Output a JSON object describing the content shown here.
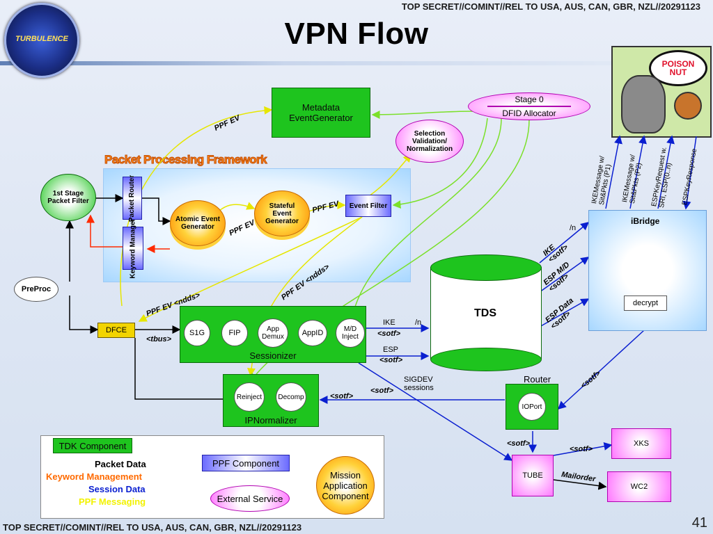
{
  "banner_top": "TOP SECRET//COMINT//REL TO USA, AUS, CAN, GBR, NZL//20291123",
  "banner_bottom": "TOP SECRET//COMINT//REL TO USA, AUS, CAN, GBR, NZL//20291123",
  "title": "VPN Flow",
  "slide_number": "41",
  "logo_text": "TURBULENCE",
  "cartoon_text": "POISON NUT",
  "ppf_title": "Packet Processing Framework",
  "nodes": {
    "metadata_event_generator": "Metadata EventGenerator",
    "stage0": "Stage 0",
    "dfid_allocator": "DFID Allocator",
    "selection_validation": "Selection Validation/ Normalization",
    "stage1_filter": "1st Stage Packet Filter",
    "packet_router": "Packet Router",
    "keyword_manager": "Keyword Manager",
    "atomic_event_generator": "Atomic Event Generator",
    "stateful_event_generator": "Stateful Event Generator",
    "event_filter": "Event Filter",
    "preproc": "PreProc",
    "dfce": "DFCE",
    "s1g": "S1G",
    "fip": "FIP",
    "app_demux": "App Demux",
    "appid": "AppID",
    "md_inject": "M/D Inject",
    "sessionizer": "Sessionizer",
    "reinject": "Reinject",
    "decomp": "Decomp",
    "ipnormalizer": "IPNormalizer",
    "tds": "TDS",
    "ibridge": "iBridge",
    "decrypt": "decrypt",
    "router": "Router",
    "ioport": "IOPort",
    "tube": "TUBE",
    "xks": "XKS",
    "wc2": "WC2"
  },
  "edge_labels": {
    "ppf_ev_1": "PPF EV",
    "ppf_ev_2": "PPF EV",
    "ppf_ev_3": "PPF EV",
    "ppf_ev_ndds_1": "PPF EV <ndds>",
    "ppf_ev_ndds_2": "PPF EV <ndds>",
    "tbus": "<tbus>",
    "ike": "IKE",
    "ike_sotf": "<sotf>",
    "ike_n": "/n",
    "esp": "ESP",
    "esp_sotf": "<sotf>",
    "sigdev": "SIGDEV sessions",
    "sotf_ipn": "<sotf>",
    "sotf_ipn2": "<sotf>",
    "ibr_ike": "IKE <sotf>",
    "ibr_espmd": "ESP M/D <sotf>",
    "ibr_espdata": "ESP Data <sotf>",
    "ibr_n": "/n",
    "ikemsg1": "IKEMessage w/ Sit&Pkts (P1)",
    "ikemsg2": "IKEMessage w/ Sit&Pkts (P2)",
    "espkeyreq": "ESPKeyRequest w. SRI, ESP(0..n)",
    "espkeyresp": "ESPKeyResponse",
    "sotf_router": "<sotf>",
    "sotf_tube": "<sotf>",
    "sotf_xks": "<sotf>",
    "mailorder": "Mailorder"
  },
  "key": {
    "title": "Key",
    "tdk_component": "TDK Component",
    "ppf_component": "PPF Component",
    "external_service": "External Service",
    "mission_app": "Mission Application Component",
    "packet_data": "Packet Data",
    "keyword_mgmt": "Keyword Management",
    "session_data": "Session Data",
    "ppf_messaging": "PPF Messaging"
  },
  "colors": {
    "packet_data": "#000000",
    "keyword_management": "#ff2a00",
    "session_data": "#0a1fd0",
    "ppf_messaging": "#f2f200",
    "tdk_green": "#1ec41e",
    "ppf_orange": "#ff6a00"
  }
}
